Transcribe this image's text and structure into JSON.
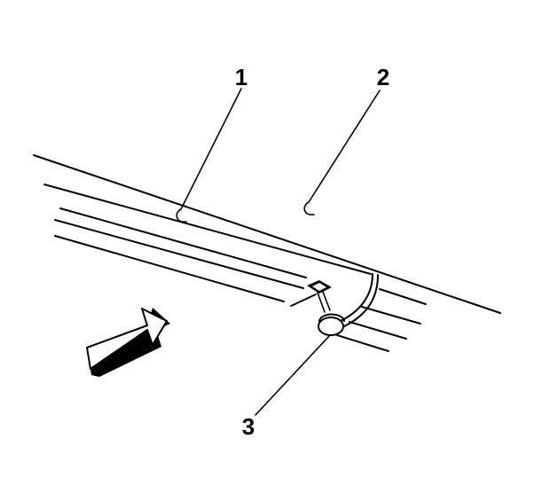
{
  "callouts": [
    {
      "id": "1",
      "label": "1"
    },
    {
      "id": "2",
      "label": "2"
    },
    {
      "id": "3",
      "label": "3"
    }
  ],
  "colors": {
    "line": "#000000",
    "background": "#ffffff"
  },
  "icons": {
    "direction": "arrow-right-icon"
  }
}
